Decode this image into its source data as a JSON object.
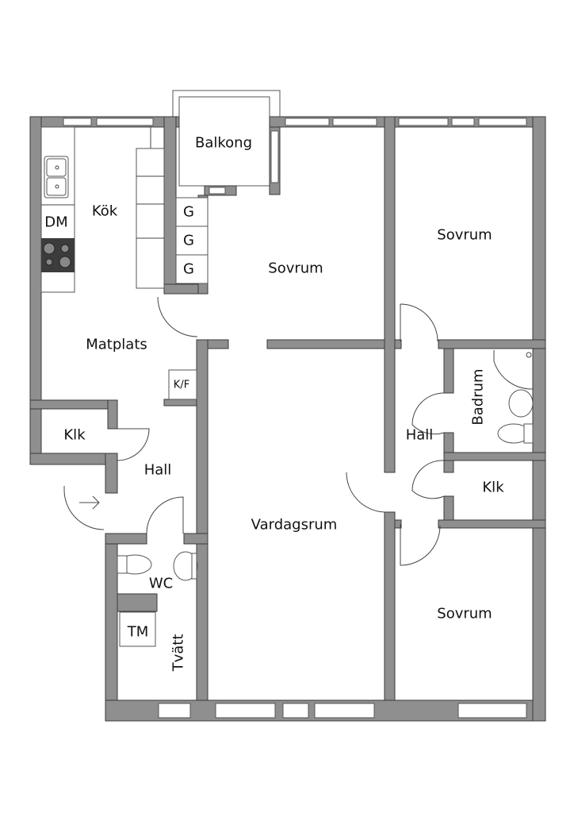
{
  "rooms": {
    "balkong": "Balkong",
    "kok": "Kök",
    "dm": "DM",
    "matplats": "Matplats",
    "kf": "K/F",
    "klk_left": "Klk",
    "hall_left": "Hall",
    "wc": "WC",
    "tm": "TM",
    "tvatt": "Tvätt",
    "sovrum_middle": "Sovrum",
    "vardagsrum": "Vardagsrum",
    "sovrum_top_right": "Sovrum",
    "badrum": "Badrum",
    "hall_right": "Hall",
    "klk_right": "Klk",
    "sovrum_bottom_right": "Sovrum",
    "garderob": [
      "G",
      "G",
      "G"
    ]
  },
  "colors": {
    "wall": "#8f8f8f",
    "stove": "#3c3c3c"
  }
}
